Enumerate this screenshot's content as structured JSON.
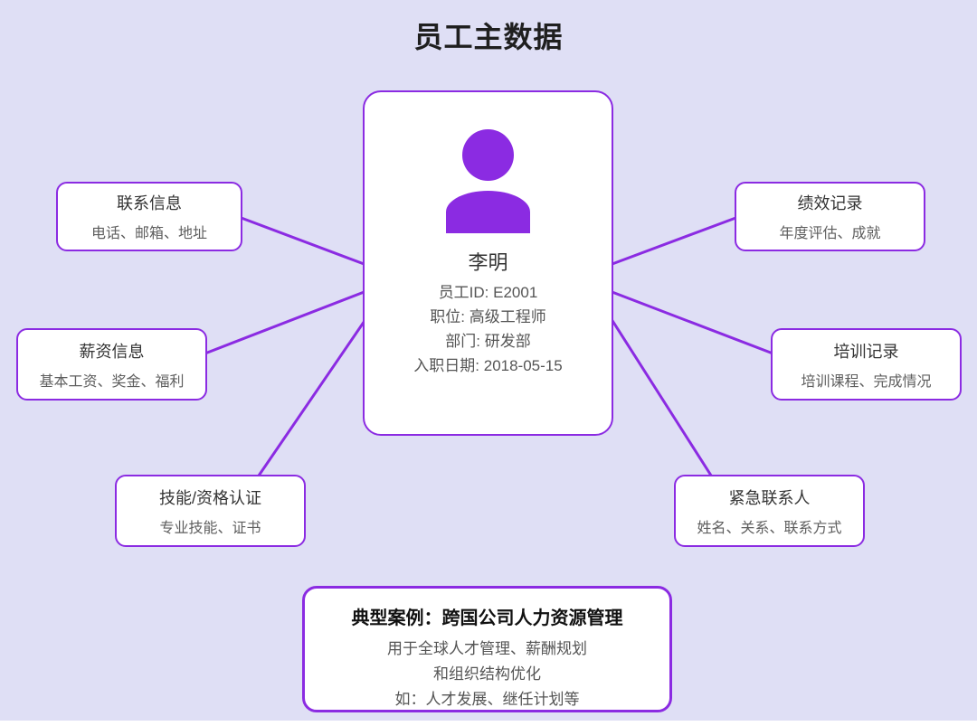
{
  "page": {
    "title": "员工主数据",
    "colors": {
      "background": "#dfdff5",
      "accent": "#8b2be2",
      "box_background": "#ffffff",
      "title_text": "#1f1f1f",
      "body_text": "#555555"
    }
  },
  "center_card": {
    "icon": "person-icon",
    "name": "李明",
    "details": [
      "员工ID: E2001",
      "职位: 高级工程师",
      "部门: 研发部",
      "入职日期: 2018-05-15"
    ]
  },
  "nodes": [
    {
      "id": "contact-info",
      "title": "联系信息",
      "subtitle": "电话、邮箱、地址",
      "side": "left"
    },
    {
      "id": "salary-info",
      "title": "薪资信息",
      "subtitle": "基本工资、奖金、福利",
      "side": "left"
    },
    {
      "id": "skills-certs",
      "title": "技能/资格认证",
      "subtitle": "专业技能、证书",
      "side": "left"
    },
    {
      "id": "performance-record",
      "title": "绩效记录",
      "subtitle": "年度评估、成就",
      "side": "right"
    },
    {
      "id": "training-record",
      "title": "培训记录",
      "subtitle": "培训课程、完成情况",
      "side": "right"
    },
    {
      "id": "emergency-contact",
      "title": "紧急联系人",
      "subtitle": "姓名、关系、联系方式",
      "side": "right"
    }
  ],
  "case_box": {
    "title": "典型案例：跨国公司人力资源管理",
    "lines": [
      "用于全球人才管理、薪酬规划",
      "和组织结构优化",
      "如：人才发展、继任计划等"
    ]
  }
}
